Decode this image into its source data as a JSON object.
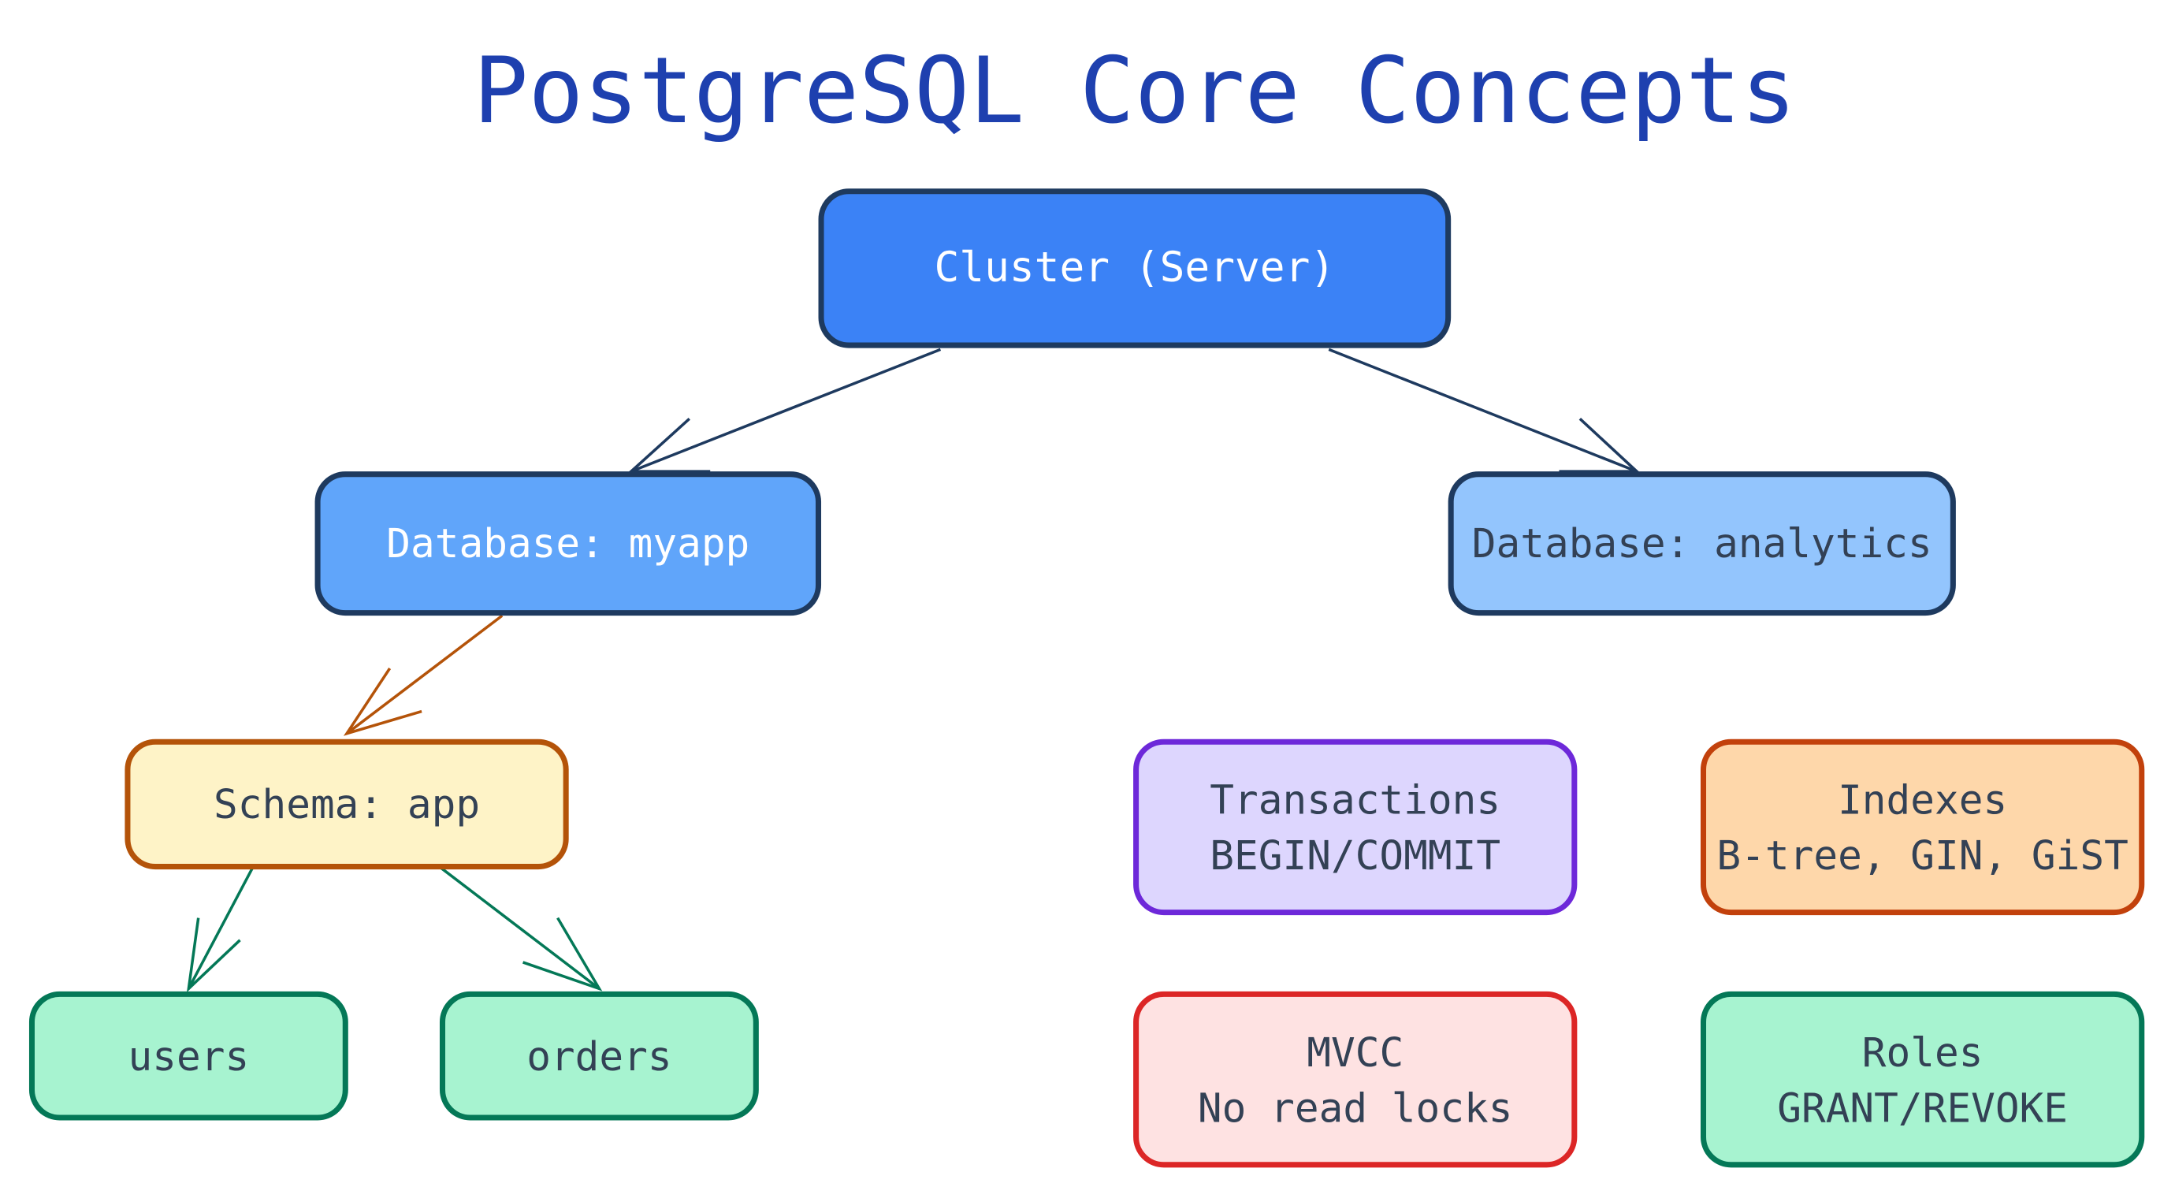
{
  "title": "PostgreSQL Core Concepts",
  "colors": {
    "title": "#1e40af",
    "cluster_fill": "#3b82f6",
    "db_myapp_fill": "#60a5fa",
    "db_analytics_fill": "#93c5fd",
    "blue_border": "#1e3a5f",
    "schema_fill": "#fef3c7",
    "schema_border": "#b45309",
    "table_fill": "#a7f3d0",
    "table_border": "#047857",
    "transactions_fill": "#ddd6fe",
    "transactions_border": "#6d28d9",
    "indexes_fill": "#fed7aa",
    "indexes_border": "#c2410c",
    "mvcc_fill": "#fee2e2",
    "mvcc_border": "#dc2626",
    "roles_fill": "#a7f3d0",
    "roles_border": "#047857",
    "dark_text": "#334155"
  },
  "nodes": {
    "cluster": {
      "label": "Cluster (Server)"
    },
    "db_myapp": {
      "label": "Database: myapp"
    },
    "db_analytics": {
      "label": "Database: analytics"
    },
    "schema_app": {
      "label": "Schema: app"
    },
    "table_users": {
      "label": "users"
    },
    "table_orders": {
      "label": "orders"
    },
    "transactions": {
      "line1": "Transactions",
      "line2": "BEGIN/COMMIT"
    },
    "indexes": {
      "line1": "Indexes",
      "line2": "B-tree, GIN, GiST"
    },
    "mvcc": {
      "line1": "MVCC",
      "line2": "No read locks"
    },
    "roles": {
      "line1": "Roles",
      "line2": "GRANT/REVOKE"
    }
  }
}
